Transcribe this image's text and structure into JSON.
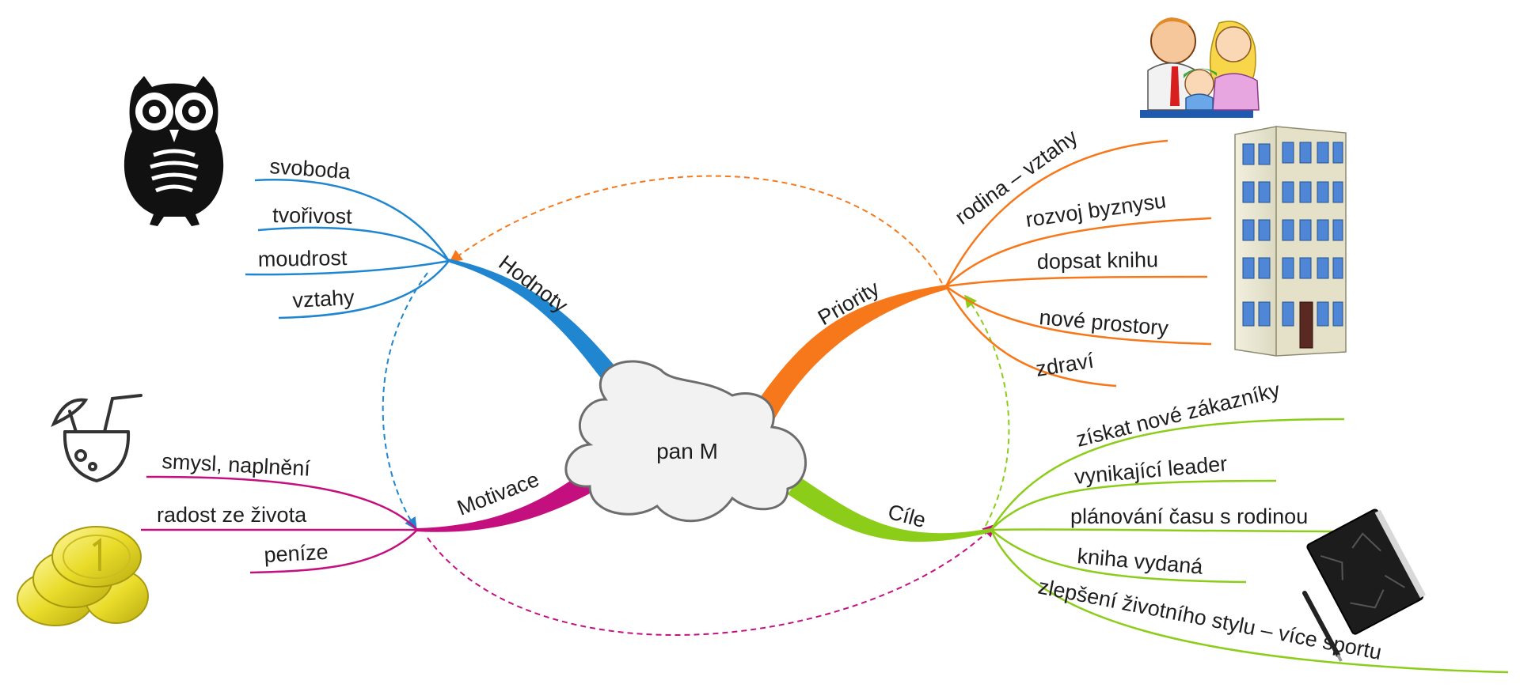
{
  "center": {
    "label": "pan M"
  },
  "branches": {
    "hodnoty": {
      "label": "Hodnoty",
      "color": "#1f86cf",
      "items": [
        "svoboda",
        "tvořivost",
        "moudrost",
        "vztahy"
      ]
    },
    "priority": {
      "label": "Priority",
      "color": "#f7781a",
      "items": [
        "rodina – vztahy",
        "rozvoj byznysu",
        "dopsat knihu",
        "nové prostory",
        "zdraví"
      ]
    },
    "motivace": {
      "label": "Motivace",
      "color": "#c4107f",
      "items": [
        "smysl, naplnění",
        "radost ze života",
        "peníze"
      ]
    },
    "cile": {
      "label": "Cíle",
      "color": "#8ccd1a",
      "items": [
        "získat nové zákazníky",
        "vynikající leader",
        "plánování času s rodinou",
        "kniha vydaná",
        "zlepšení životního stylu – více sportu"
      ]
    }
  },
  "icons": [
    "owl-icon",
    "family-icon",
    "building-icon",
    "cocktail-icon",
    "coins-icon",
    "notebook-icon"
  ]
}
